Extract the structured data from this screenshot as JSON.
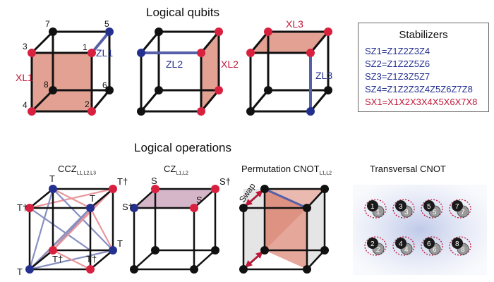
{
  "headings": {
    "logical_qubits": "Logical qubits",
    "stabilizers": "Stabilizers",
    "logical_operations": "Logical operations",
    "ccz": "CCZ",
    "ccz_sub": "L1,L2,L3",
    "cz": "CZ",
    "cz_sub": "L1,L2",
    "perm_cnot": "Permutation CNOT",
    "perm_cnot_sub": "L1,L2",
    "transversal_cnot": "Transversal CNOT"
  },
  "stabilizers": [
    {
      "text": "SZ1=Z1Z2Z3Z4",
      "color": "#24308f"
    },
    {
      "text": "SZ2=Z1Z2Z5Z6",
      "color": "#24308f"
    },
    {
      "text": "SZ3=Z1Z3Z5Z7",
      "color": "#24308f"
    },
    {
      "text": "SZ4=Z1Z2Z3Z4Z5Z6Z7Z8",
      "color": "#24308f"
    },
    {
      "text": "SX1=X1X2X3X4X5X6X7X8",
      "color": "#c0183a"
    }
  ],
  "cube1_labels": {
    "v1": "1",
    "v2": "2",
    "v3": "3",
    "v4": "4",
    "v5": "5",
    "v6": "6",
    "v7": "7",
    "v8": "8",
    "XL1": "XL1",
    "ZL1": "ZL1"
  },
  "cube2_labels": {
    "ZL2": "ZL2",
    "XL2": "XL2"
  },
  "cube3_labels": {
    "XL3": "XL3",
    "ZL3": "ZL3"
  },
  "ccz_labels": {
    "T": "T",
    "Tdag": "T†"
  },
  "cz_labels": {
    "S": "S",
    "Sdag": "S†"
  },
  "perm_labels": {
    "swap": "Swap"
  },
  "transversal_labels": [
    "1",
    "3",
    "5",
    "7",
    "2",
    "4",
    "6",
    "8"
  ],
  "colors": {
    "red_vertex": "#d8203f",
    "blue_vertex": "#24308f",
    "black_vertex": "#111111",
    "face_red": "#d9826f",
    "edge_blue": "#5560a8",
    "edge_red": "#e06a75",
    "arrow": "#c0183a"
  }
}
